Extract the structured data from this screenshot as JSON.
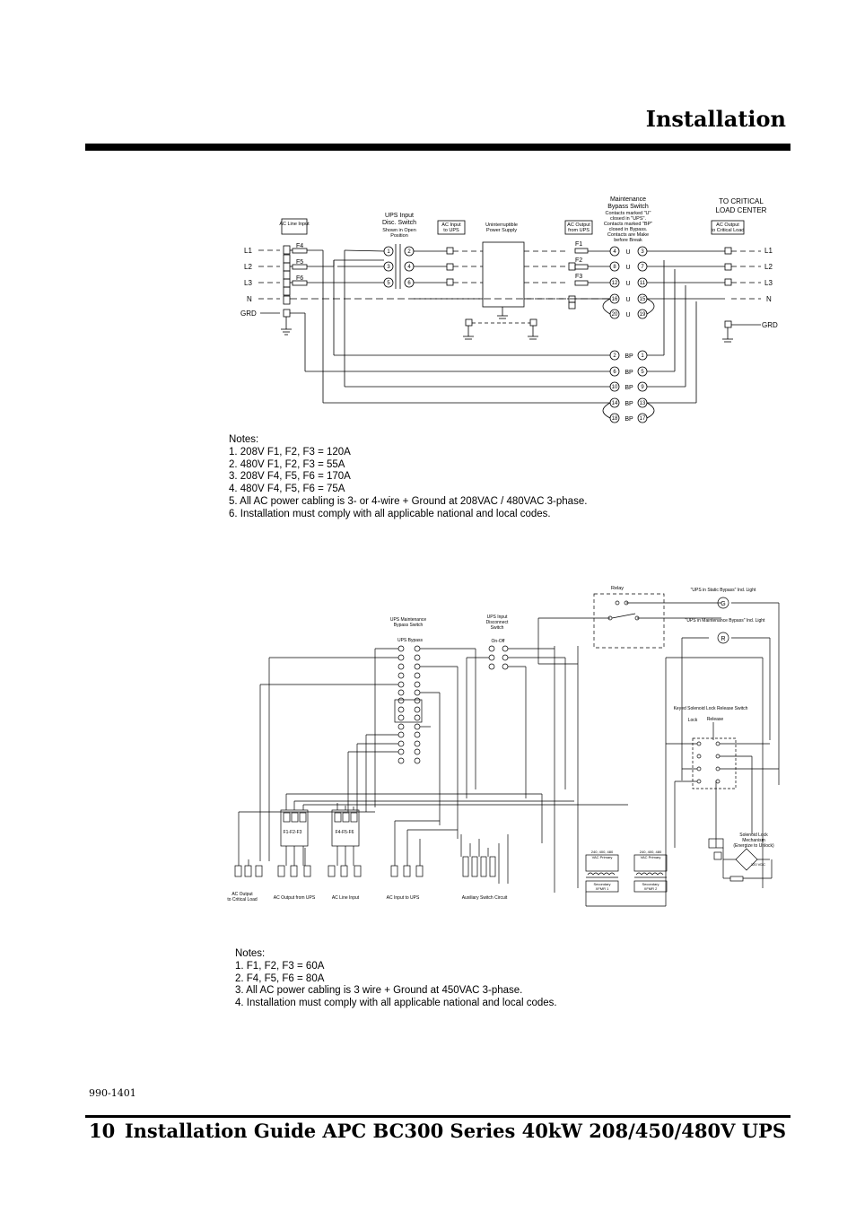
{
  "header": {
    "section_title": "Installation"
  },
  "diagram1": {
    "labels": {
      "ac_line_input": "AC Line Input",
      "ups_input_disc_switch": [
        "UPS Input",
        "Disc. Switch"
      ],
      "ups_input_disc_sub": [
        "Shown in Open",
        "Position"
      ],
      "ac_input_to_ups": [
        "AC Input",
        "to UPS"
      ],
      "ups_box": [
        "Uninterruptible",
        "Power Supply"
      ],
      "ac_output_from_ups": [
        "AC Output",
        "from UPS"
      ],
      "maint_bypass": [
        "Maintenance",
        "Bypass Switch"
      ],
      "maint_bypass_sub": [
        "Contacts marked \"U\"",
        "closed in \"UPS\".",
        "Contacts marked \"BP\"",
        "closed in Bypass.",
        "Contacts are Make",
        "before Break"
      ],
      "to_critical": [
        "TO CRITICAL",
        "LOAD CENTER"
      ],
      "ac_output_to_critical": [
        "AC Output",
        "to Critical Load"
      ],
      "fuses_left": [
        "F4",
        "F5",
        "F6"
      ],
      "fuses_right": [
        "F1",
        "F2",
        "F3"
      ],
      "lines_left": [
        "L1",
        "L2",
        "L3",
        "N",
        "GRD"
      ],
      "lines_right": [
        "L1",
        "L2",
        "L3",
        "N",
        "GRD"
      ],
      "switch_poles": [
        "1",
        "2",
        "3",
        "4",
        "5",
        "6"
      ],
      "u_left": [
        "4",
        "8",
        "12",
        "16",
        "20"
      ],
      "u_right": [
        "3",
        "7",
        "11",
        "15",
        "19"
      ],
      "bp_left": [
        "2",
        "6",
        "10",
        "14",
        "18"
      ],
      "bp_right": [
        "1",
        "5",
        "9",
        "13",
        "17"
      ],
      "u_letter": "U",
      "bp_letter": "BP"
    }
  },
  "notes1": {
    "heading": "Notes:",
    "items": [
      "1. 208V F1, F2, F3 = 120A",
      "2. 480V F1, F2, F3 = 55A",
      "3. 208V F4, F5, F6 = 170A",
      "4. 480V F4, F5, F6 = 75A",
      "5. All AC power cabling is 3- or 4-wire + Ground at 208VAC / 480VAC 3-phase.",
      "6. Installation must comply with all applicable national and local codes."
    ]
  },
  "diagram2": {
    "labels": {
      "relay": "Relay",
      "static_bypass_light": "\"UPS in Static Bypass\" Ind. Light",
      "maint_bypass_light": "\"UPS in Maintenance Bypass\" Ind. Light",
      "light_g": "G",
      "light_r": "R",
      "ups_maint_bypass_switch": [
        "UPS Maintenance",
        "Bypass Switch"
      ],
      "ups_bypass": "UPS Bypass",
      "ups_input_disconnect": [
        "UPS Input",
        "Disconnect",
        "Switch"
      ],
      "on_off": "On-Off",
      "keyed_solenoid": "Keyed Solenoid Lock Release Switch",
      "lock": "Lock",
      "release": "Release",
      "fuse_group_1": "F1-F2-F3",
      "fuse_group_2": "F4-F5-F6",
      "ac_output_to_critical": [
        "AC Output",
        "to Critical Load"
      ],
      "ac_output_from_ups": "AC Output from UPS",
      "ac_line_input": "AC Line Input",
      "ac_input_to_ups": "AC Input to UPS",
      "aux_switch_circuit": "Auxiliary Switch Circuit",
      "solenoid_lock": [
        "Solenoid Lock",
        "Mechanism",
        "(Energize to Unlock)"
      ],
      "voltage_120": "120 VDC",
      "transformer_1": [
        "Secondary",
        "XFMR 1"
      ],
      "transformer_2": [
        "Secondary",
        "XFMR 2"
      ],
      "primary_1": [
        "240, 400, 480",
        "VAC Primary"
      ],
      "primary_2": [
        "240, 400, 480",
        "VAC Primary"
      ]
    }
  },
  "notes2": {
    "heading": "Notes:",
    "items": [
      "1. F1, F2, F3 = 60A",
      "2. F4, F5, F6 = 80A",
      "3. All AC power cabling is 3 wire + Ground at 450VAC 3-phase.",
      "4. Installation must comply with all applicable national and local codes."
    ]
  },
  "footer": {
    "doc_number": "990-1401",
    "page_number": "10",
    "title": "Installation Guide APC  BC300 Series 40kW 208/450/480V UPS"
  }
}
